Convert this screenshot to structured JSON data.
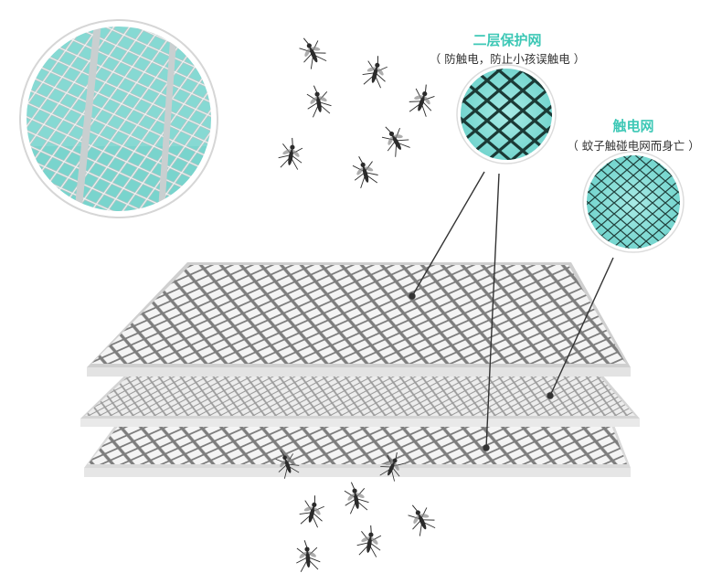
{
  "callouts": [
    {
      "title": "二层保护网",
      "subtitle": "（ 防触电，防止小孩误触电 ）"
    },
    {
      "title": "触电网",
      "subtitle": "（ 蚊子触碰电网而身亡 ）"
    }
  ],
  "colors": {
    "accent": "#3ec8b6",
    "lens_bg": "#8fe0dc",
    "mesh_metal": "#8a8a8a",
    "mosquito": "#2b2b2b"
  },
  "icons": [
    "mosquito-icon",
    "magnifier-lens",
    "mesh-layer"
  ]
}
